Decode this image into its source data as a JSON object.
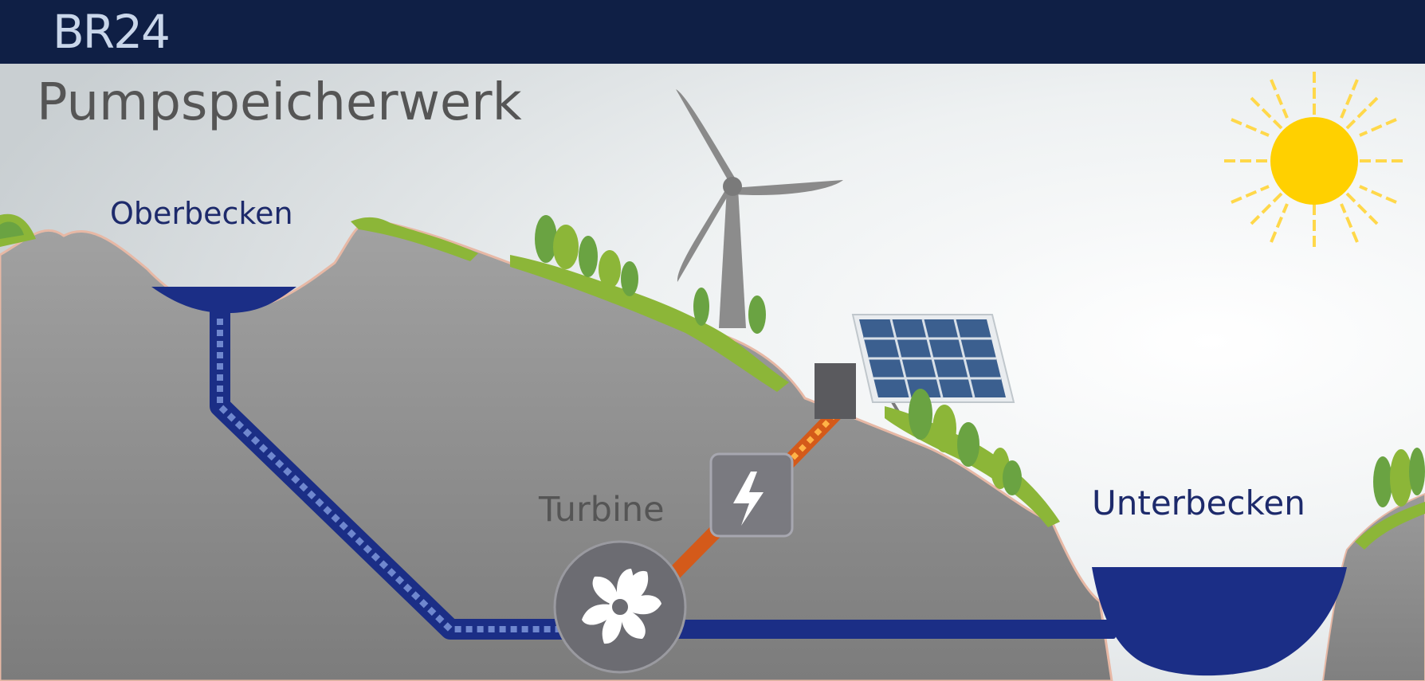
{
  "header": {
    "logo_text": "BR24"
  },
  "diagram": {
    "title": "Pumpspeicherwerk",
    "labels": {
      "upper_reservoir": "Oberbecken",
      "lower_reservoir": "Unterbecken",
      "turbine": "Turbine"
    },
    "icons": {
      "generator": "lightning-bolt-icon",
      "turbine": "turbine-fan-icon",
      "sun": "sun-icon",
      "wind": "wind-turbine-icon",
      "solar": "solar-panel-icon"
    }
  },
  "colors": {
    "header_bar": "#0f1f45",
    "water": "#1b2e86",
    "mountain": "#8f8f8f",
    "grass": "#8cb638",
    "power_line": "#d45a1a",
    "sun": "#ffd000",
    "label_blue": "#1d2a6b",
    "label_gray": "#555555"
  }
}
